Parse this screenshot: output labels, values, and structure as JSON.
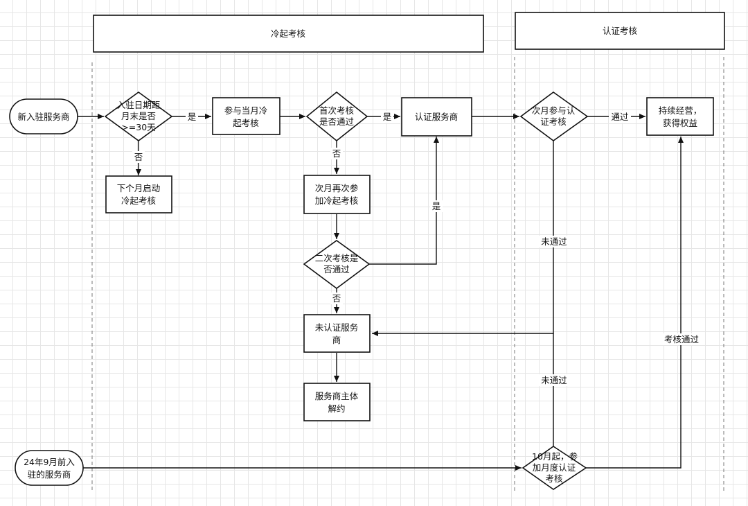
{
  "lanes": {
    "cold_start": "冷起考核",
    "certification": "认证考核"
  },
  "nodes": {
    "new_provider": [
      "新入驻服务商"
    ],
    "date_check": [
      "入驻日期距",
      "月末是否",
      ">=30天"
    ],
    "next_month_start": [
      "下个月启动",
      "冷起考核"
    ],
    "join_current": [
      "参与当月冷",
      "起考核"
    ],
    "first_check": [
      "首次考核",
      "是否通过"
    ],
    "certified_provider": [
      "认证服务商"
    ],
    "rejoin_next": [
      "次月再次参",
      "加冷起考核"
    ],
    "second_check": [
      "二次考核是",
      "否通过"
    ],
    "uncertified_provider": [
      "未认证服务",
      "商"
    ],
    "terminate": [
      "服务商主体",
      "解约"
    ],
    "next_month_cert": [
      "次月参与认",
      "证考核"
    ],
    "continue_ops": [
      "持续经营，",
      "获得权益"
    ],
    "pre_sept_provider": [
      "24年9月前入",
      "驻的服务商"
    ],
    "october_cert": [
      "10月起，参",
      "加月度认证",
      "考核"
    ]
  },
  "edge_labels": {
    "yes_date": "是",
    "no_date": "否",
    "yes_first": "是",
    "no_first": "否",
    "yes_second": "是",
    "no_second": "否",
    "pass_cert": "通过",
    "fail_cert_1": "未通过",
    "fail_cert_2": "未通过",
    "pass_october": "考核通过"
  }
}
